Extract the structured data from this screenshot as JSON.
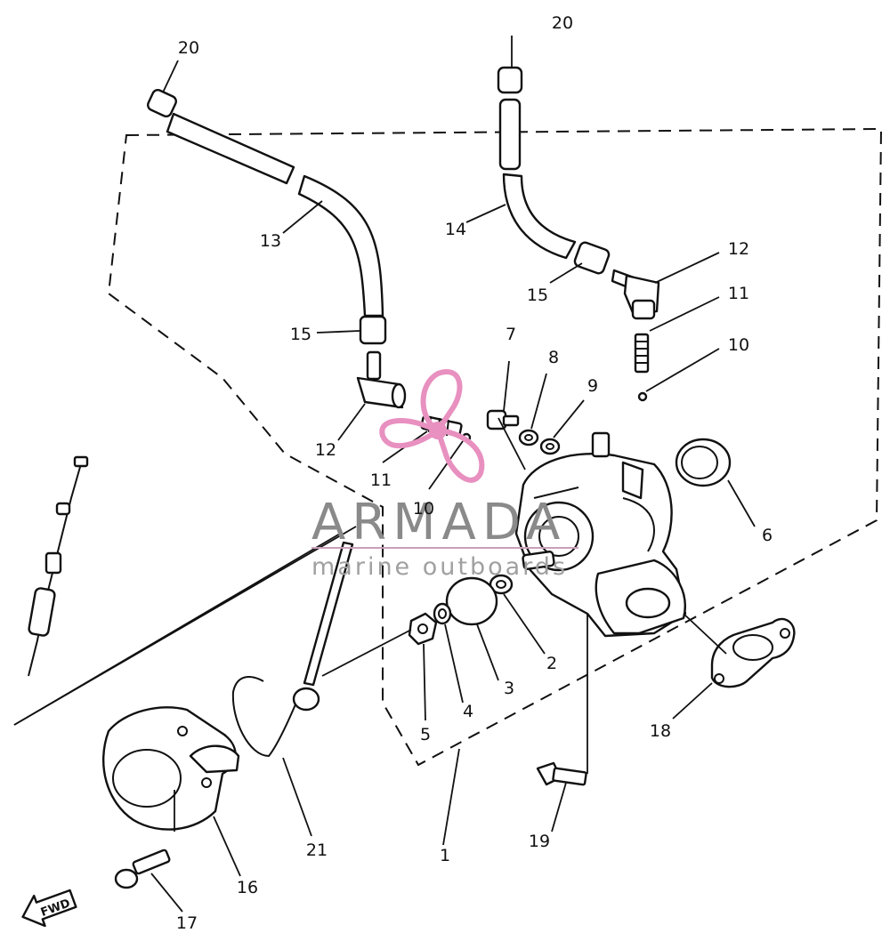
{
  "diagram": {
    "watermark": {
      "brand": "ARMADA",
      "tagline": "marine outboards",
      "logo_color": "#e890c0",
      "brand_color": "#8a8a8a"
    },
    "fwd_label": "FWD",
    "callouts": [
      "1",
      "2",
      "3",
      "4",
      "5",
      "6",
      "7",
      "8",
      "9",
      "10",
      "10",
      "11",
      "11",
      "12",
      "12",
      "13",
      "14",
      "15",
      "15",
      "16",
      "17",
      "18",
      "19",
      "20",
      "20",
      "21"
    ]
  }
}
